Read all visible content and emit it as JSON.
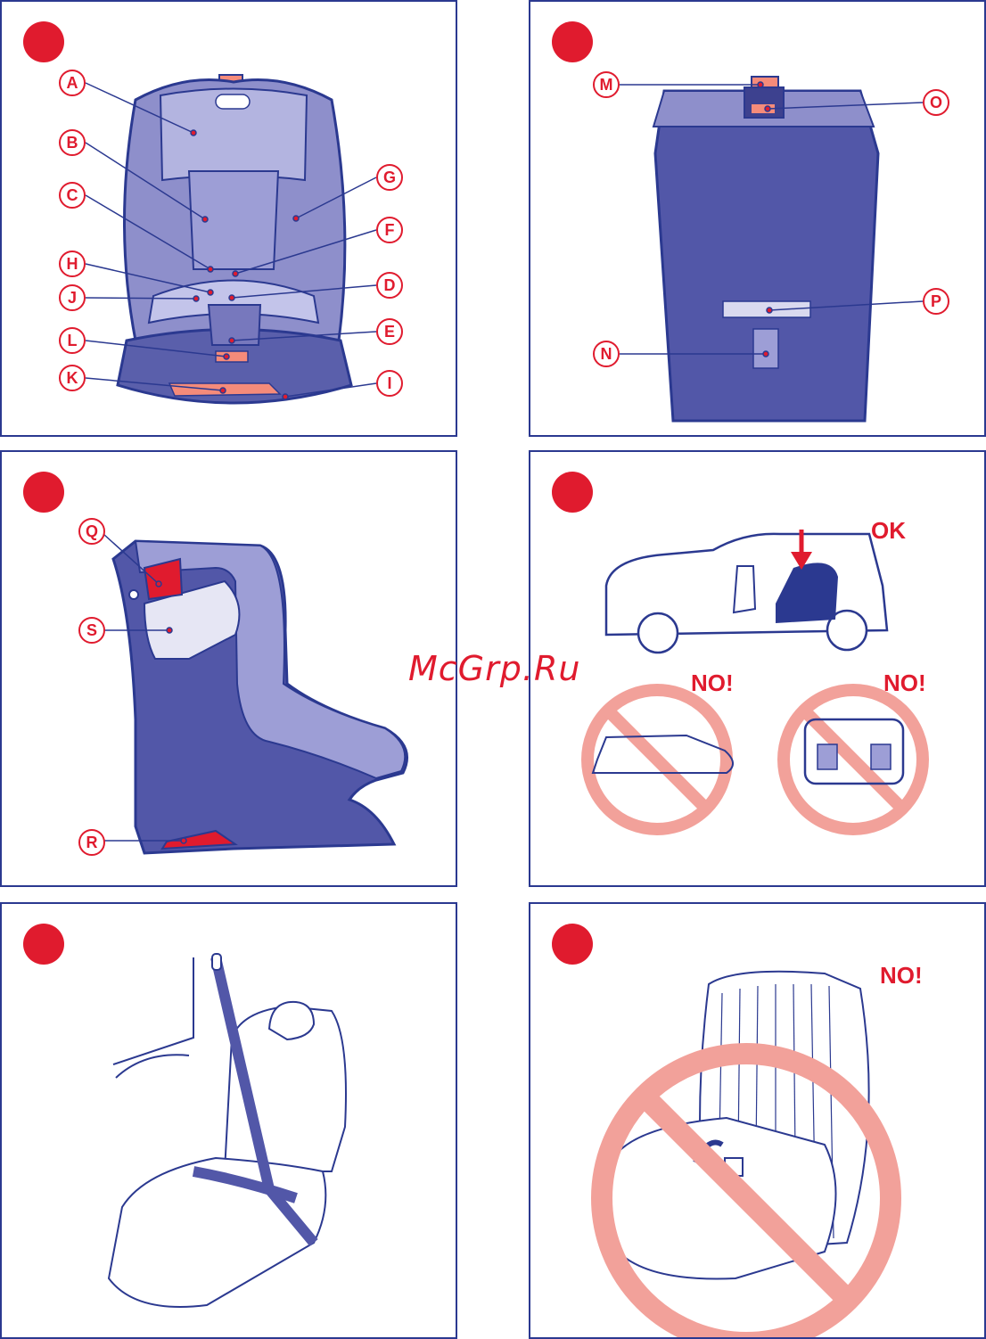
{
  "watermark": "McGrp.Ru",
  "panel1": {
    "labels": [
      "A",
      "B",
      "C",
      "H",
      "J",
      "L",
      "K",
      "G",
      "F",
      "D",
      "E",
      "I"
    ]
  },
  "panel2": {
    "labels": [
      "M",
      "O",
      "P",
      "N"
    ]
  },
  "panel3": {
    "labels": [
      "Q",
      "S",
      "R"
    ]
  },
  "panel4": {
    "ok": "OK",
    "no_left": "NO!",
    "no_right": "NO!"
  },
  "panel6": {
    "no": "NO!"
  },
  "colors": {
    "accent": "#e01b2e",
    "navy": "#2b3990",
    "lavender": "#9a9bd0",
    "prohibit": "#f2a19a"
  }
}
